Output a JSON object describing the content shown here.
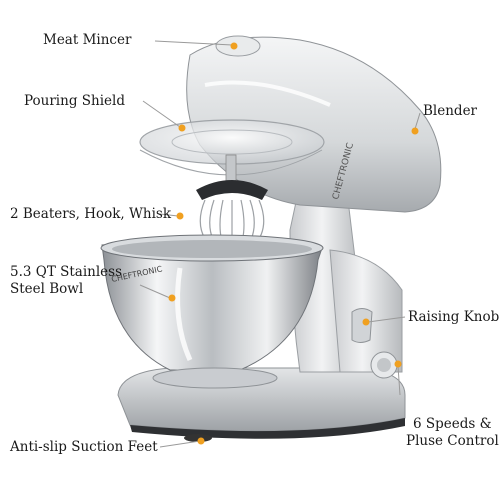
{
  "labels": {
    "meat_mincer": "Meat Mincer",
    "pouring_shield": "Pouring Shield",
    "blender": "Blender",
    "beaters": "2 Beaters, Hook, Whisk",
    "bowl_line1": "5.3 QT Stainless",
    "bowl_line2": "Steel Bowl",
    "raising_knob": "Raising Knob",
    "speeds_line1": "6 Speeds &",
    "speeds_line2": "Pluse Control",
    "suction_feet": "Anti-slip Suction Feet"
  },
  "brand": "CHEFTRONIC",
  "colors": {
    "leader": "#9a9a9a",
    "dot": "#f0a020",
    "body": "#d8dadc",
    "body_dark": "#a9adb1",
    "steel": "#e6e8ea"
  },
  "icons": [
    "stand-mixer-illustration"
  ]
}
